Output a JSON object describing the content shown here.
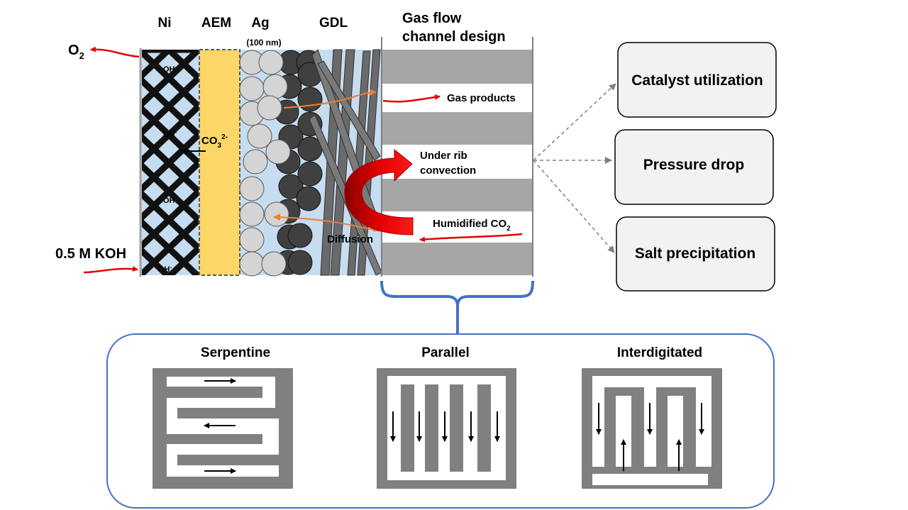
{
  "layers": {
    "ni": "Ni",
    "aem": "AEM",
    "ag": "Ag",
    "ag_size": "(100 nm)",
    "gdl": "GDL",
    "gas_flow_line1": "Gas flow",
    "gas_flow_line2": "channel design"
  },
  "species": {
    "o2_base": "O",
    "o2_sub": "2",
    "koh": "0.5 M KOH",
    "oh": "OH",
    "oh_sup": "-",
    "co3_base": "CO",
    "co3_sub": "3",
    "co3_sup": "2-"
  },
  "channel": {
    "gas_products": "Gas products",
    "under_rib_line1": "Under rib",
    "under_rib_line2": "convection",
    "humidified_base": "Humidified CO",
    "humidified_sub": "2",
    "diffusion": "Diffusion"
  },
  "effects": [
    "Catalyst utilization",
    "Pressure drop",
    "Salt precipitation"
  ],
  "designs": [
    "Serpentine",
    "Parallel",
    "Interdigitated"
  ],
  "colors": {
    "electrolyte": "#c6dcf0",
    "aem": "#fcd667",
    "channel_gray": "#a6a6a6",
    "design_gray": "#808080",
    "bracket_blue": "#4472c4",
    "flow_red": "#e60000",
    "diffusion_orange": "#ed7d31"
  }
}
